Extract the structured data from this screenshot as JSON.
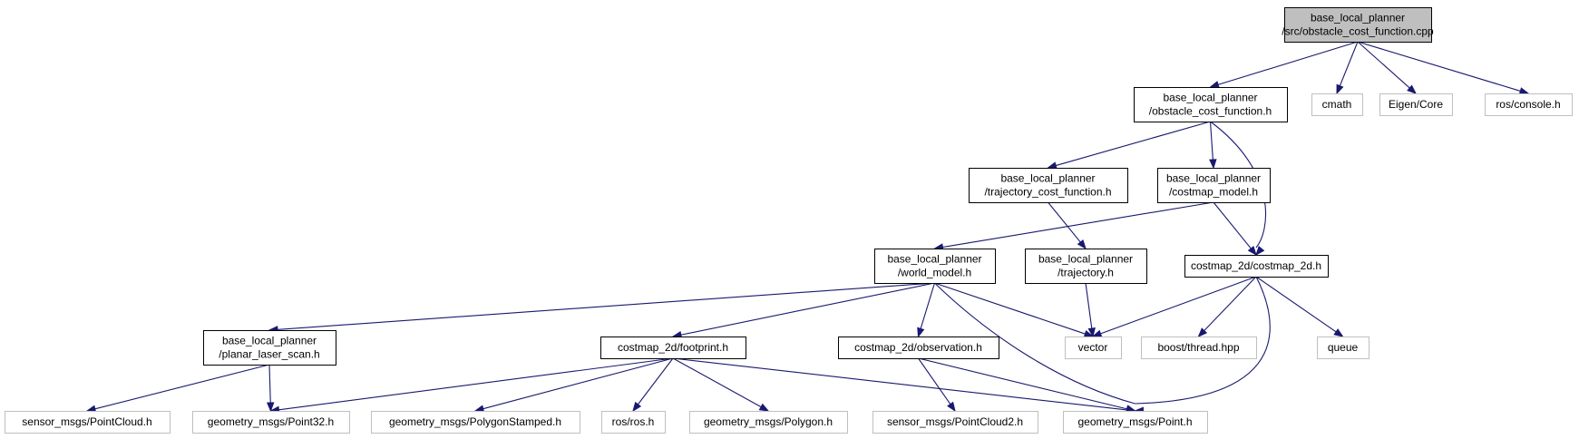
{
  "graph": {
    "colors": {
      "edge": "#191970",
      "root_fill": "#bfbfbf",
      "local_border": "#000000",
      "external_border": "#bfbfbf"
    },
    "nodes": [
      {
        "id": "n_root",
        "kind": "root",
        "lines": [
          "base_local_planner",
          "/src/obstacle_cost_function.cpp"
        ]
      },
      {
        "id": "n_ocf",
        "kind": "local",
        "lines": [
          "base_local_planner",
          "/obstacle_cost_function.h"
        ]
      },
      {
        "id": "n_cmath",
        "kind": "external",
        "lines": [
          "cmath"
        ]
      },
      {
        "id": "n_eigen",
        "kind": "external",
        "lines": [
          "Eigen/Core"
        ]
      },
      {
        "id": "n_rosconsole",
        "kind": "external",
        "lines": [
          "ros/console.h"
        ]
      },
      {
        "id": "n_tcf",
        "kind": "local",
        "lines": [
          "base_local_planner",
          "/trajectory_cost_function.h"
        ]
      },
      {
        "id": "n_cm",
        "kind": "local",
        "lines": [
          "base_local_planner",
          "/costmap_model.h"
        ]
      },
      {
        "id": "n_wm",
        "kind": "local",
        "lines": [
          "base_local_planner",
          "/world_model.h"
        ]
      },
      {
        "id": "n_traj",
        "kind": "local",
        "lines": [
          "base_local_planner",
          "/trajectory.h"
        ]
      },
      {
        "id": "n_c2d",
        "kind": "local",
        "lines": [
          "costmap_2d/costmap_2d.h"
        ]
      },
      {
        "id": "n_pls",
        "kind": "local",
        "lines": [
          "base_local_planner",
          "/planar_laser_scan.h"
        ]
      },
      {
        "id": "n_fp",
        "kind": "local",
        "lines": [
          "costmap_2d/footprint.h"
        ]
      },
      {
        "id": "n_obs",
        "kind": "local",
        "lines": [
          "costmap_2d/observation.h"
        ]
      },
      {
        "id": "n_vector",
        "kind": "external",
        "lines": [
          "vector"
        ]
      },
      {
        "id": "n_boost",
        "kind": "external",
        "lines": [
          "boost/thread.hpp"
        ]
      },
      {
        "id": "n_queue",
        "kind": "external",
        "lines": [
          "queue"
        ]
      },
      {
        "id": "n_pc",
        "kind": "external",
        "lines": [
          "sensor_msgs/PointCloud.h"
        ]
      },
      {
        "id": "n_p32",
        "kind": "external",
        "lines": [
          "geometry_msgs/Point32.h"
        ]
      },
      {
        "id": "n_polys",
        "kind": "external",
        "lines": [
          "geometry_msgs/PolygonStamped.h"
        ]
      },
      {
        "id": "n_ros",
        "kind": "external",
        "lines": [
          "ros/ros.h"
        ]
      },
      {
        "id": "n_poly",
        "kind": "external",
        "lines": [
          "geometry_msgs/Polygon.h"
        ]
      },
      {
        "id": "n_pc2",
        "kind": "external",
        "lines": [
          "sensor_msgs/PointCloud2.h"
        ]
      },
      {
        "id": "n_point",
        "kind": "external",
        "lines": [
          "geometry_msgs/Point.h"
        ]
      }
    ],
    "edges": [
      {
        "from": "n_root",
        "to": "n_ocf"
      },
      {
        "from": "n_root",
        "to": "n_cmath"
      },
      {
        "from": "n_root",
        "to": "n_eigen"
      },
      {
        "from": "n_root",
        "to": "n_rosconsole"
      },
      {
        "from": "n_ocf",
        "to": "n_tcf"
      },
      {
        "from": "n_ocf",
        "to": "n_cm"
      },
      {
        "from": "n_ocf",
        "to": "n_c2d"
      },
      {
        "from": "n_tcf",
        "to": "n_traj"
      },
      {
        "from": "n_cm",
        "to": "n_wm"
      },
      {
        "from": "n_cm",
        "to": "n_c2d"
      },
      {
        "from": "n_wm",
        "to": "n_pls"
      },
      {
        "from": "n_wm",
        "to": "n_fp"
      },
      {
        "from": "n_wm",
        "to": "n_obs"
      },
      {
        "from": "n_wm",
        "to": "n_vector"
      },
      {
        "from": "n_wm",
        "to": "n_point"
      },
      {
        "from": "n_traj",
        "to": "n_vector"
      },
      {
        "from": "n_c2d",
        "to": "n_vector"
      },
      {
        "from": "n_c2d",
        "to": "n_boost"
      },
      {
        "from": "n_c2d",
        "to": "n_queue"
      },
      {
        "from": "n_c2d",
        "to": "n_point"
      },
      {
        "from": "n_pls",
        "to": "n_pc"
      },
      {
        "from": "n_pls",
        "to": "n_p32"
      },
      {
        "from": "n_fp",
        "to": "n_p32"
      },
      {
        "from": "n_fp",
        "to": "n_polys"
      },
      {
        "from": "n_fp",
        "to": "n_ros"
      },
      {
        "from": "n_fp",
        "to": "n_poly"
      },
      {
        "from": "n_fp",
        "to": "n_point"
      },
      {
        "from": "n_obs",
        "to": "n_pc2"
      },
      {
        "from": "n_obs",
        "to": "n_point"
      }
    ]
  }
}
